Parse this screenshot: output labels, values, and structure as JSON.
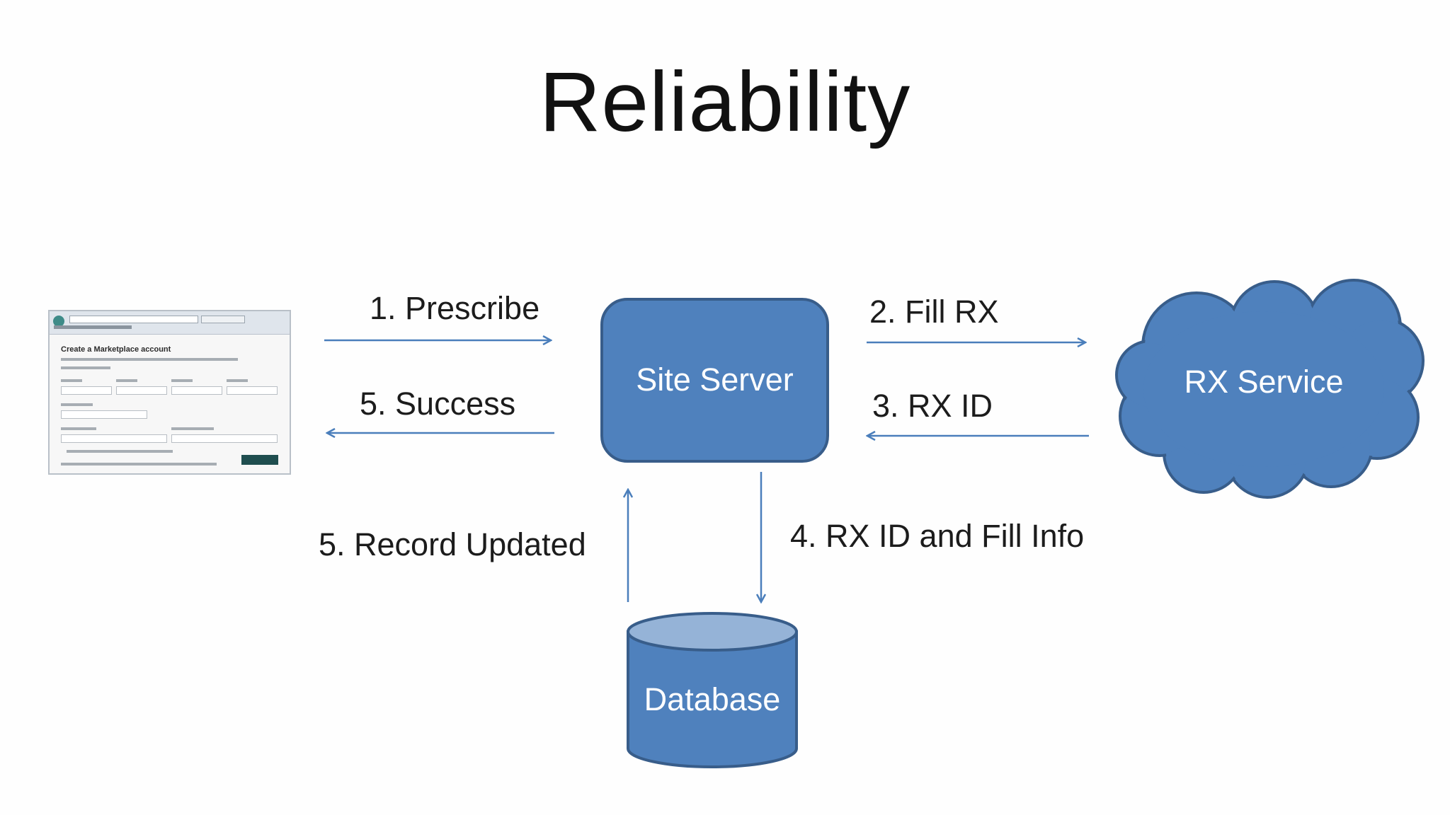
{
  "title": "Reliability",
  "nodes": {
    "site_server": "Site Server",
    "rx_service": "RX Service",
    "database": "Database"
  },
  "browser_thumbnail": {
    "heading": "Create a Marketplace account"
  },
  "edges": {
    "prescribe": "1. Prescribe",
    "success": "5. Success",
    "fill_rx": "2. Fill RX",
    "rx_id": "3. RX ID",
    "fill_info": "4. RX ID and Fill Info",
    "record_updated": "5. Record Updated"
  },
  "colors": {
    "node_fill": "#4f81bd",
    "node_stroke": "#385d8a",
    "db_top": "#95b3d7",
    "arrow": "#4a7ebb"
  }
}
